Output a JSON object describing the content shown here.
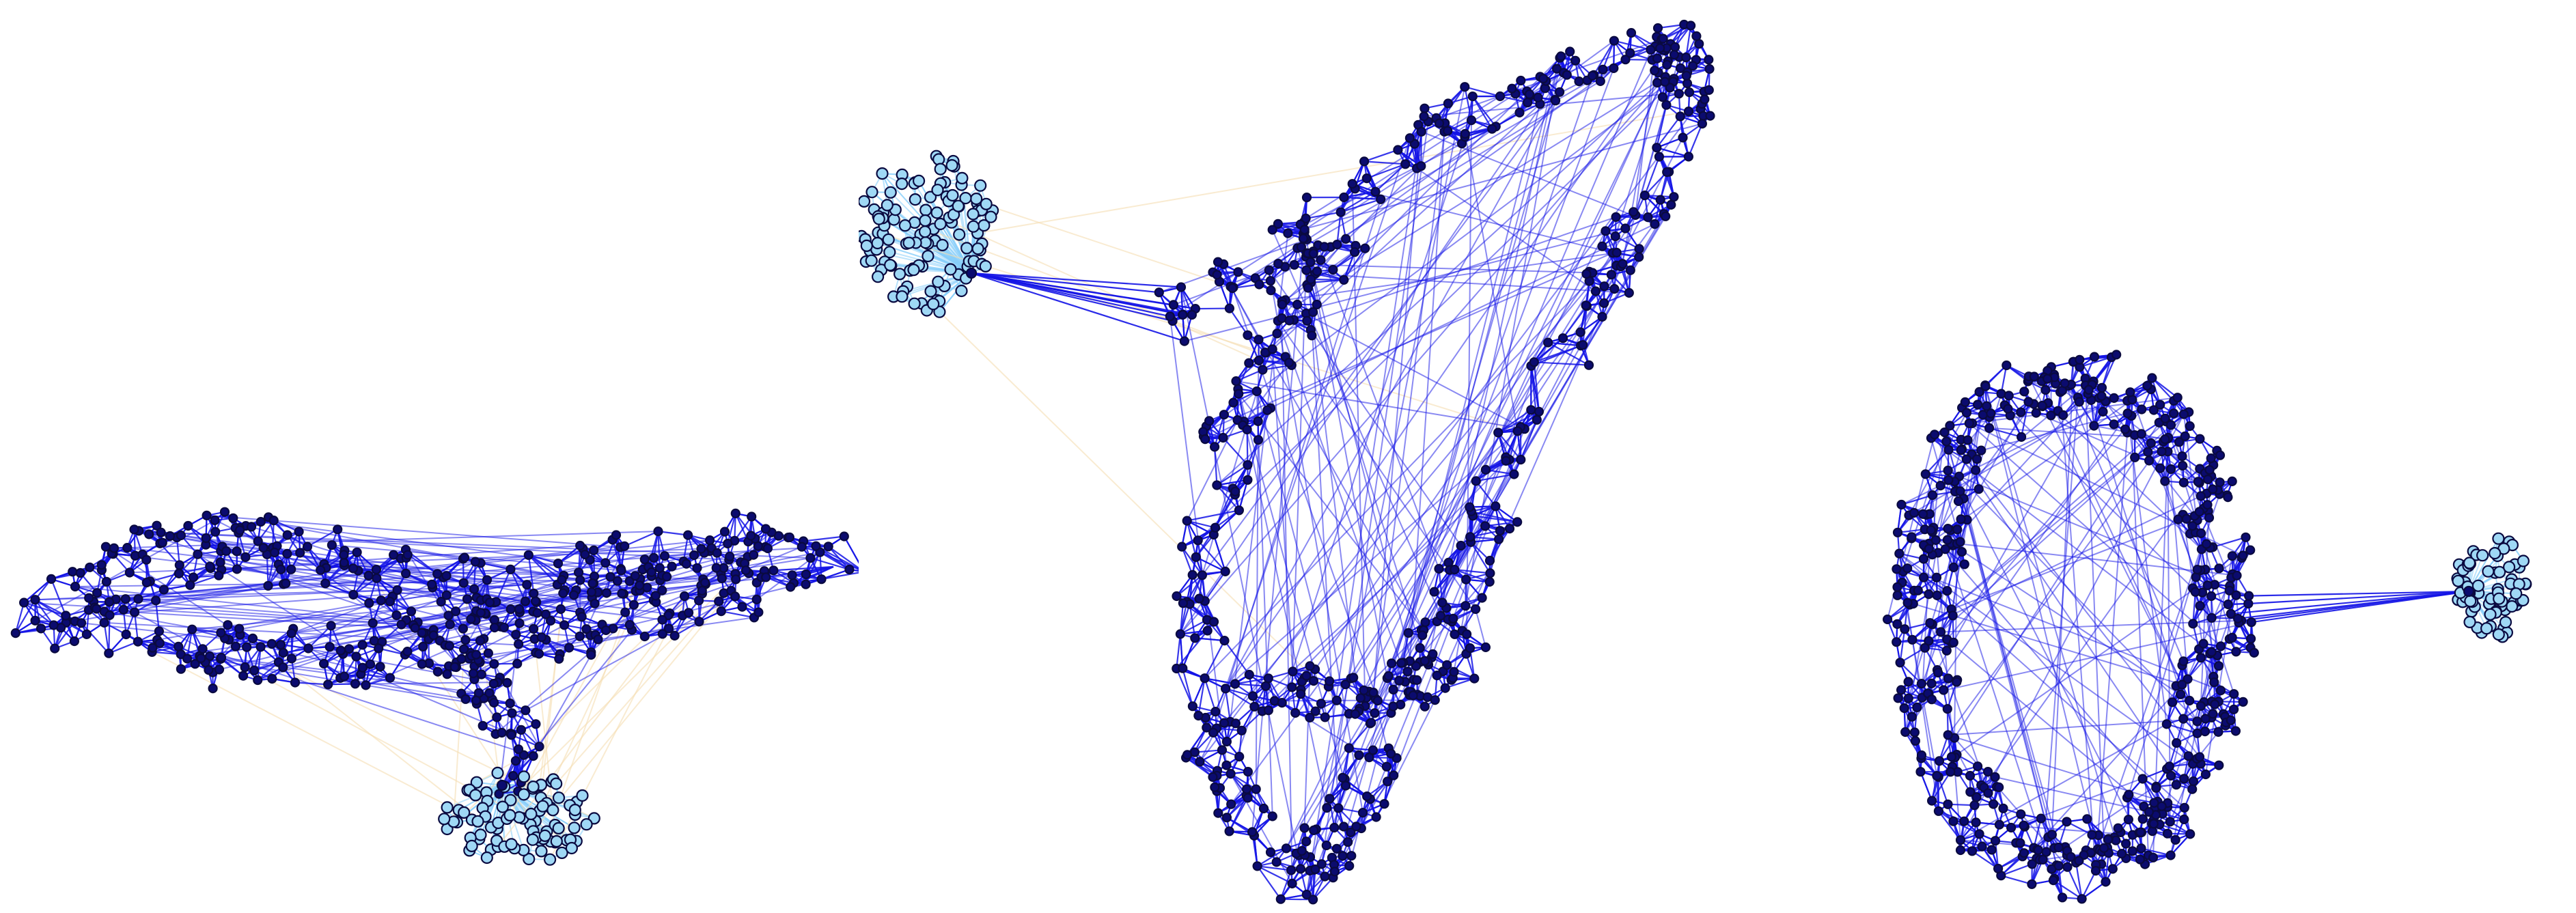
{
  "diagram": {
    "panels": [
      {
        "id": "left",
        "shape": "wide-band-with-bottom-cluster",
        "colors": {
          "edge_main": "#1414e6",
          "edge_cluster": "#87cefa",
          "edge_cross": "#f5deb3",
          "node_main": "#0b0b6f",
          "node_cluster": "#9fd8f5",
          "node_outline": "#0a0a40"
        }
      },
      {
        "id": "middle",
        "shape": "curved-loop-with-top-left-cluster",
        "colors": {
          "edge_main": "#1414e6",
          "edge_cluster": "#87cefa",
          "edge_cross": "#f5deb3",
          "node_main": "#0b0b6f",
          "node_cluster": "#9fd8f5",
          "node_outline": "#0a0a40"
        }
      },
      {
        "id": "right",
        "shape": "ring-with-right-cluster",
        "colors": {
          "edge_main": "#1414e6",
          "edge_cluster": "#87cefa",
          "edge_cross": "#f5deb3",
          "node_main": "#0b0b6f",
          "node_cluster": "#9fd8f5",
          "node_outline": "#0a0a40"
        }
      }
    ]
  }
}
